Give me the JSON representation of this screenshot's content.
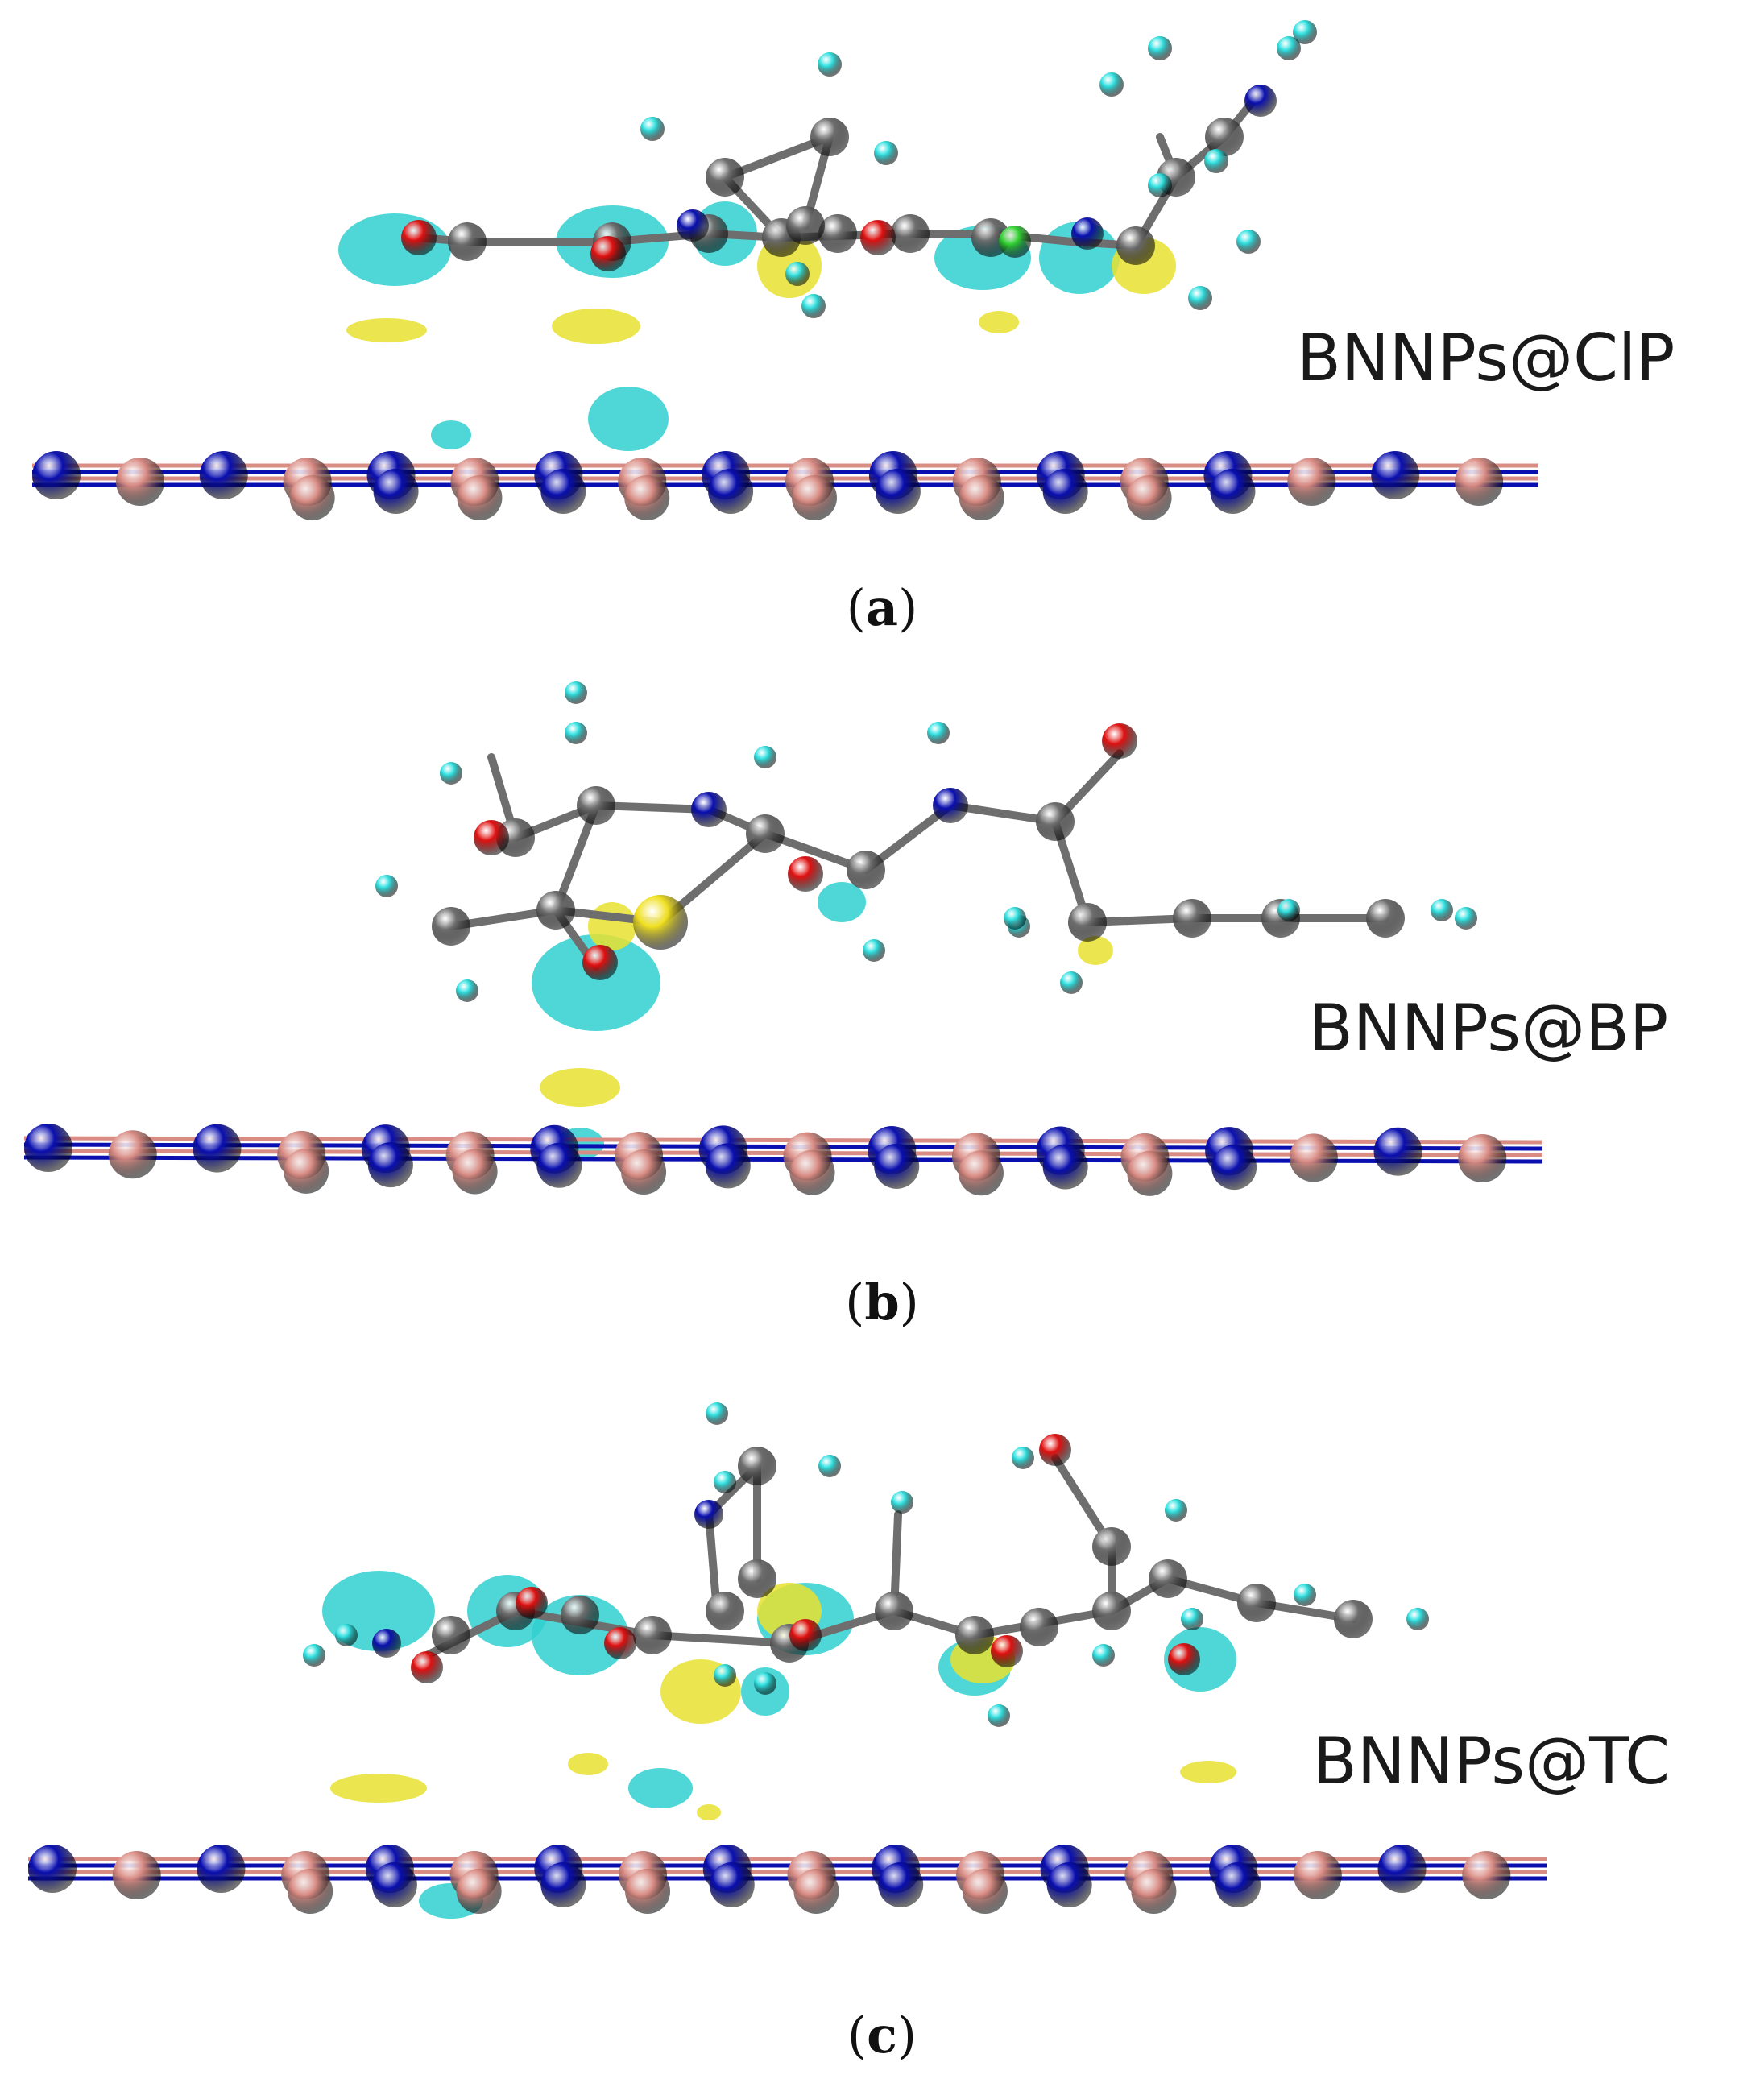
{
  "panels": [
    {
      "label": "BNNPs@ClP",
      "caption_letter": "a"
    },
    {
      "label": "BNNPs@BP",
      "caption_letter": "b"
    },
    {
      "label": "BNNPs@TC",
      "caption_letter": "c"
    }
  ],
  "colors": {
    "boron": "#d98c84",
    "nitrogen": "#0a0fb0",
    "carbon": "#6e6e6e",
    "hydrogen": "#2fe0e0",
    "oxygen": "#e01010",
    "sulfur": "#f0e020",
    "chlorine": "#30d030",
    "isosurface_positive": "#e8e030",
    "isosurface_negative": "#30d0d0"
  }
}
